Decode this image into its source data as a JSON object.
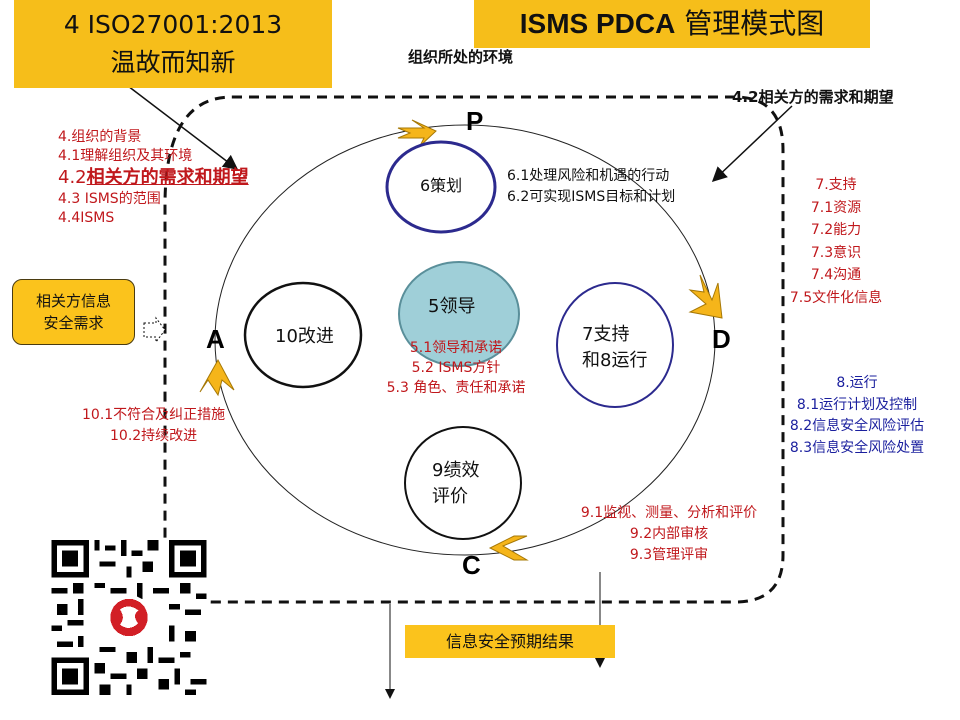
{
  "title_left": {
    "line1": "4 ISO27001:2013",
    "line2": "温故而知新"
  },
  "title_right": {
    "bold": "ISMS PDCA",
    "rest": " 管理模式图"
  },
  "context_label": "组织所处的环境",
  "interested_parties_label": "4.2相关方的需求和期望",
  "pdca": {
    "p": "P",
    "d": "D",
    "c": "C",
    "a": "A"
  },
  "circles": {
    "plan": "6策划",
    "leadership": "5领导",
    "support": {
      "line1": "7支持",
      "line2": "和8运行"
    },
    "improve": "10改进",
    "evaluate": {
      "line1": "9绩效",
      "line2": "评价"
    }
  },
  "context_list": [
    "4.组织的背景",
    "4.1理解组织及其环境",
    "4.2相关方的需求和期望",
    "4.3 ISMS的范围",
    "4.4ISMS"
  ],
  "context_list_emphasis": {
    "prefix": "4.2",
    "text": "相关方的需求和期望"
  },
  "planning_list": [
    "6.1处理风险和机遇的行动",
    "6.2可实现ISMS目标和计划"
  ],
  "support_list": [
    "7.支持",
    "7.1资源",
    "7.2能力",
    "7.3意识",
    "7.4沟通",
    "7.5文件化信息"
  ],
  "leadership_list": [
    "5.1领导和承诺",
    "5.2 ISMS方针",
    "5.3 角色、责任和承诺"
  ],
  "operation_list": [
    "8.运行",
    "8.1运行计划及控制",
    "8.2信息安全风险评估",
    "8.3信息安全风险处置"
  ],
  "improve_list": [
    "10.1不符合及纠正措施",
    "10.2持续改进"
  ],
  "evaluate_list": [
    "9.1监视、测量、分析和评价",
    "9.2内部审核",
    "9.3管理评审"
  ],
  "side_box": {
    "line1": "相关方信息",
    "line2": "安全需求"
  },
  "result_box": "信息安全预期结果",
  "colors": {
    "accent": "#f6be1a",
    "red_text": "#c0181c",
    "blue_text": "#1a1f9e",
    "circle_outline": "#2c2a8e",
    "leadership_fill": "#9fcfd8"
  }
}
